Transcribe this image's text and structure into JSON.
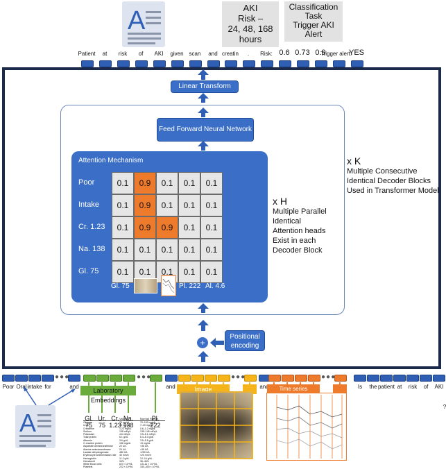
{
  "top": {
    "aki_box": "AKI\nRisk –\n24, 48, 168\nhours",
    "class_box": "Classification\nTask\nTrigger AKI\nAlert",
    "tokens": [
      "Patient",
      "at",
      "risk",
      "of",
      "AKI",
      "given",
      "scan",
      "and",
      "creatin",
      ".",
      "Risk:",
      "0.6",
      "0.73",
      "0.9",
      "Trigger alert:",
      "YES"
    ]
  },
  "blocks": {
    "linear_transform": "Linear Transform",
    "ffn": "Feed Forward Neural Network",
    "attention_title": "Attention Mechanism",
    "positional": "Positional\nencoding",
    "plus": "+"
  },
  "attention": {
    "rows": [
      "Poor",
      "Intake",
      "Cr. 1.23",
      "Na. 138",
      "Gl. 75"
    ],
    "values": [
      [
        "0.1",
        "0.9",
        "0.1",
        "0.1",
        "0.1"
      ],
      [
        "0.1",
        "0.9",
        "0.1",
        "0.1",
        "0.1"
      ],
      [
        "0.1",
        "0.9",
        "0.9",
        "0.1",
        "0.1"
      ],
      [
        "0.1",
        "0.1",
        "0.1",
        "0.1",
        "0.1"
      ],
      [
        "0.1",
        "0.1",
        "0.1",
        "0.1",
        "0.1"
      ]
    ],
    "bottom_gl": "Gl. 75",
    "bottom_pl": "Pl. 222",
    "bottom_al": "Al. 4.6"
  },
  "side": {
    "xh_title": "x H",
    "xh_text": "Multiple Parallel\nIdentical\nAttention heads\nExist in each\nDecoder Block",
    "xk_title": "x K",
    "xk_text": "Multiple Consecutive\nIdentical Decoder Blocks\nUsed in Transformer Model"
  },
  "bottom": {
    "text_tokens": [
      "Poor",
      "Oral",
      "intake",
      "for",
      "and"
    ],
    "lab_label": "Laboratory Embeddings",
    "lab_values": [
      "Gl.\n75",
      "Ur.\n75",
      "Cr.\n1.23",
      "Na.\n138",
      "Pl.\n222"
    ],
    "image_label": "Image Embeddings",
    "ts_label": "Time series Embedding",
    "and_labels": [
      "and",
      "and"
    ],
    "tail_tokens": [
      "Is",
      "the",
      "patient",
      "at",
      "risk",
      "of",
      "AKI",
      "?"
    ],
    "table_headers": [
      "Values",
      "Normal Range"
    ],
    "table_rows": [
      [
        "Glucose",
        "75 mg/dL",
        "70–100 mg/dL"
      ],
      [
        "Urea",
        "75 mg/dL",
        "7–20 mg/dL"
      ],
      [
        "Creatinine",
        "1.23 mg/dL",
        "0.6–1.2 mg/dL"
      ],
      [
        "Sodium",
        "138 mEq/L",
        "135–145 mEq/L"
      ],
      [
        "Potassium",
        "4.6 mEq/L",
        "3.5–5.1 mEq/L"
      ],
      [
        "Total protein",
        "6.1 g/dL",
        "6.4–8.3 g/dL"
      ],
      [
        "Albumin",
        "3.6 g/dL",
        "3.5–5.5 g/dL"
      ],
      [
        "C-reactive protein",
        "156 mg/dL",
        "<5 mg/dL"
      ],
      [
        "Aspartate aminotransferase",
        "22 U/L",
        "<35 U/L"
      ],
      [
        "Alanine aminotransferase",
        "20 U/L",
        "<35 U/L"
      ],
      [
        "Lactate dehydrogenase",
        "482 U/L",
        "<250 U/L"
      ],
      [
        "Erythrocyte sedimentation rate",
        "40 mm/h",
        "<20 mm/h"
      ],
      [
        "Hemoglobin",
        "11.2 g/dL",
        "12–16 g/dL"
      ],
      [
        "Hematocrit",
        "34%",
        "36–46%"
      ],
      [
        "White blood cells",
        "8.9 × 10^9/L",
        "4.5–11 × 10^9/L"
      ],
      [
        "Platelets",
        "222 × 10^9/L",
        "150–400 × 10^9/L"
      ]
    ]
  },
  "colors": {
    "navy": "#1b2a4a",
    "blue": "#3b6fc7",
    "orange": "#ee7a2b",
    "green": "#6aab3c",
    "yellow": "#f5b41a"
  }
}
